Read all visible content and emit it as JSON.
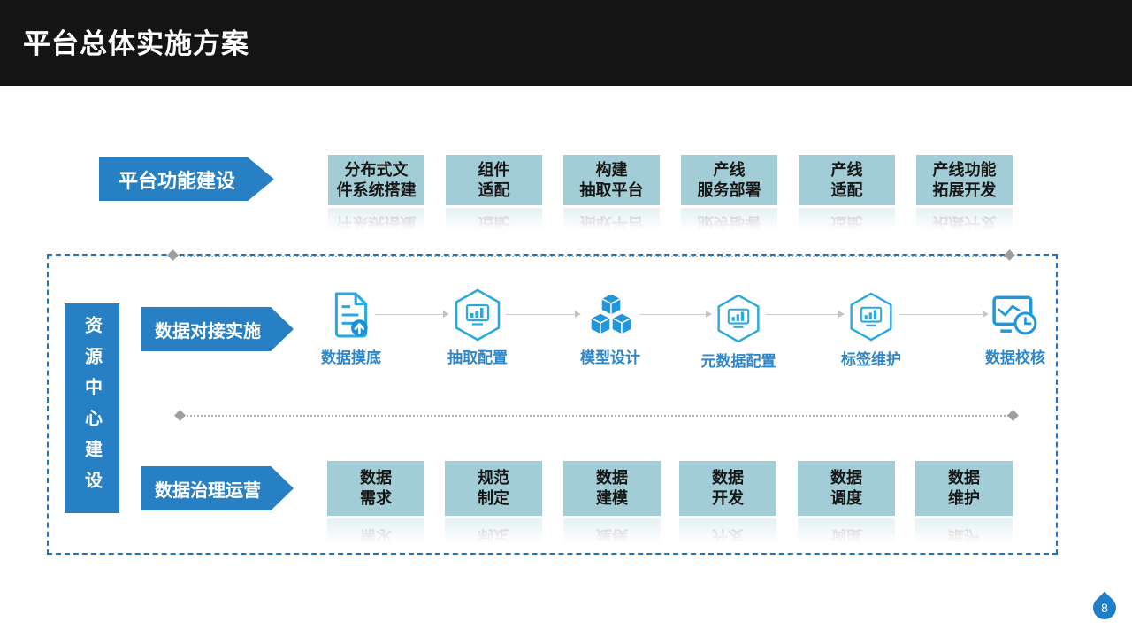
{
  "slide": {
    "title": "平台总体实施方案",
    "page_number": "8"
  },
  "platform_row": {
    "label": "平台功能建设",
    "boxes": [
      {
        "line1": "分布式文",
        "line2": "件系统搭建"
      },
      {
        "line1": "组件",
        "line2": "适配"
      },
      {
        "line1": "构建",
        "line2": "抽取平台"
      },
      {
        "line1": "产线",
        "line2": "服务部署"
      },
      {
        "line1": "产线",
        "line2": "适配"
      },
      {
        "line1": "产线功能",
        "line2": "拓展开发"
      }
    ]
  },
  "resource_center": {
    "label": "资源中心建设",
    "integration": {
      "label": "数据对接实施",
      "steps": [
        {
          "name": "数据摸底",
          "icon": "document-upload-icon"
        },
        {
          "name": "抽取配置",
          "icon": "hexagon-bar-chart-icon"
        },
        {
          "name": "模型设计",
          "icon": "cubes-icon"
        },
        {
          "name": "元数据配置",
          "icon": "hexagon-bar-chart-icon"
        },
        {
          "name": "标签维护",
          "icon": "hexagon-bar-chart-icon"
        },
        {
          "name": "数据校核",
          "icon": "monitor-clock-icon"
        }
      ]
    },
    "governance": {
      "label": "数据治理运营",
      "boxes": [
        {
          "line1": "数据",
          "line2": "需求"
        },
        {
          "line1": "规范",
          "line2": "制定"
        },
        {
          "line1": "数据",
          "line2": "建模"
        },
        {
          "line1": "数据",
          "line2": "开发"
        },
        {
          "line1": "数据",
          "line2": "调度"
        },
        {
          "line1": "数据",
          "line2": "维护"
        }
      ]
    }
  },
  "colors": {
    "header_bg": "#141414",
    "accent_blue": "#2780C3",
    "icon_blue": "#29A9E1",
    "teal_box": "#A2CDD6",
    "label_blue": "#2E86C8",
    "dashed_border": "#2273BB"
  }
}
